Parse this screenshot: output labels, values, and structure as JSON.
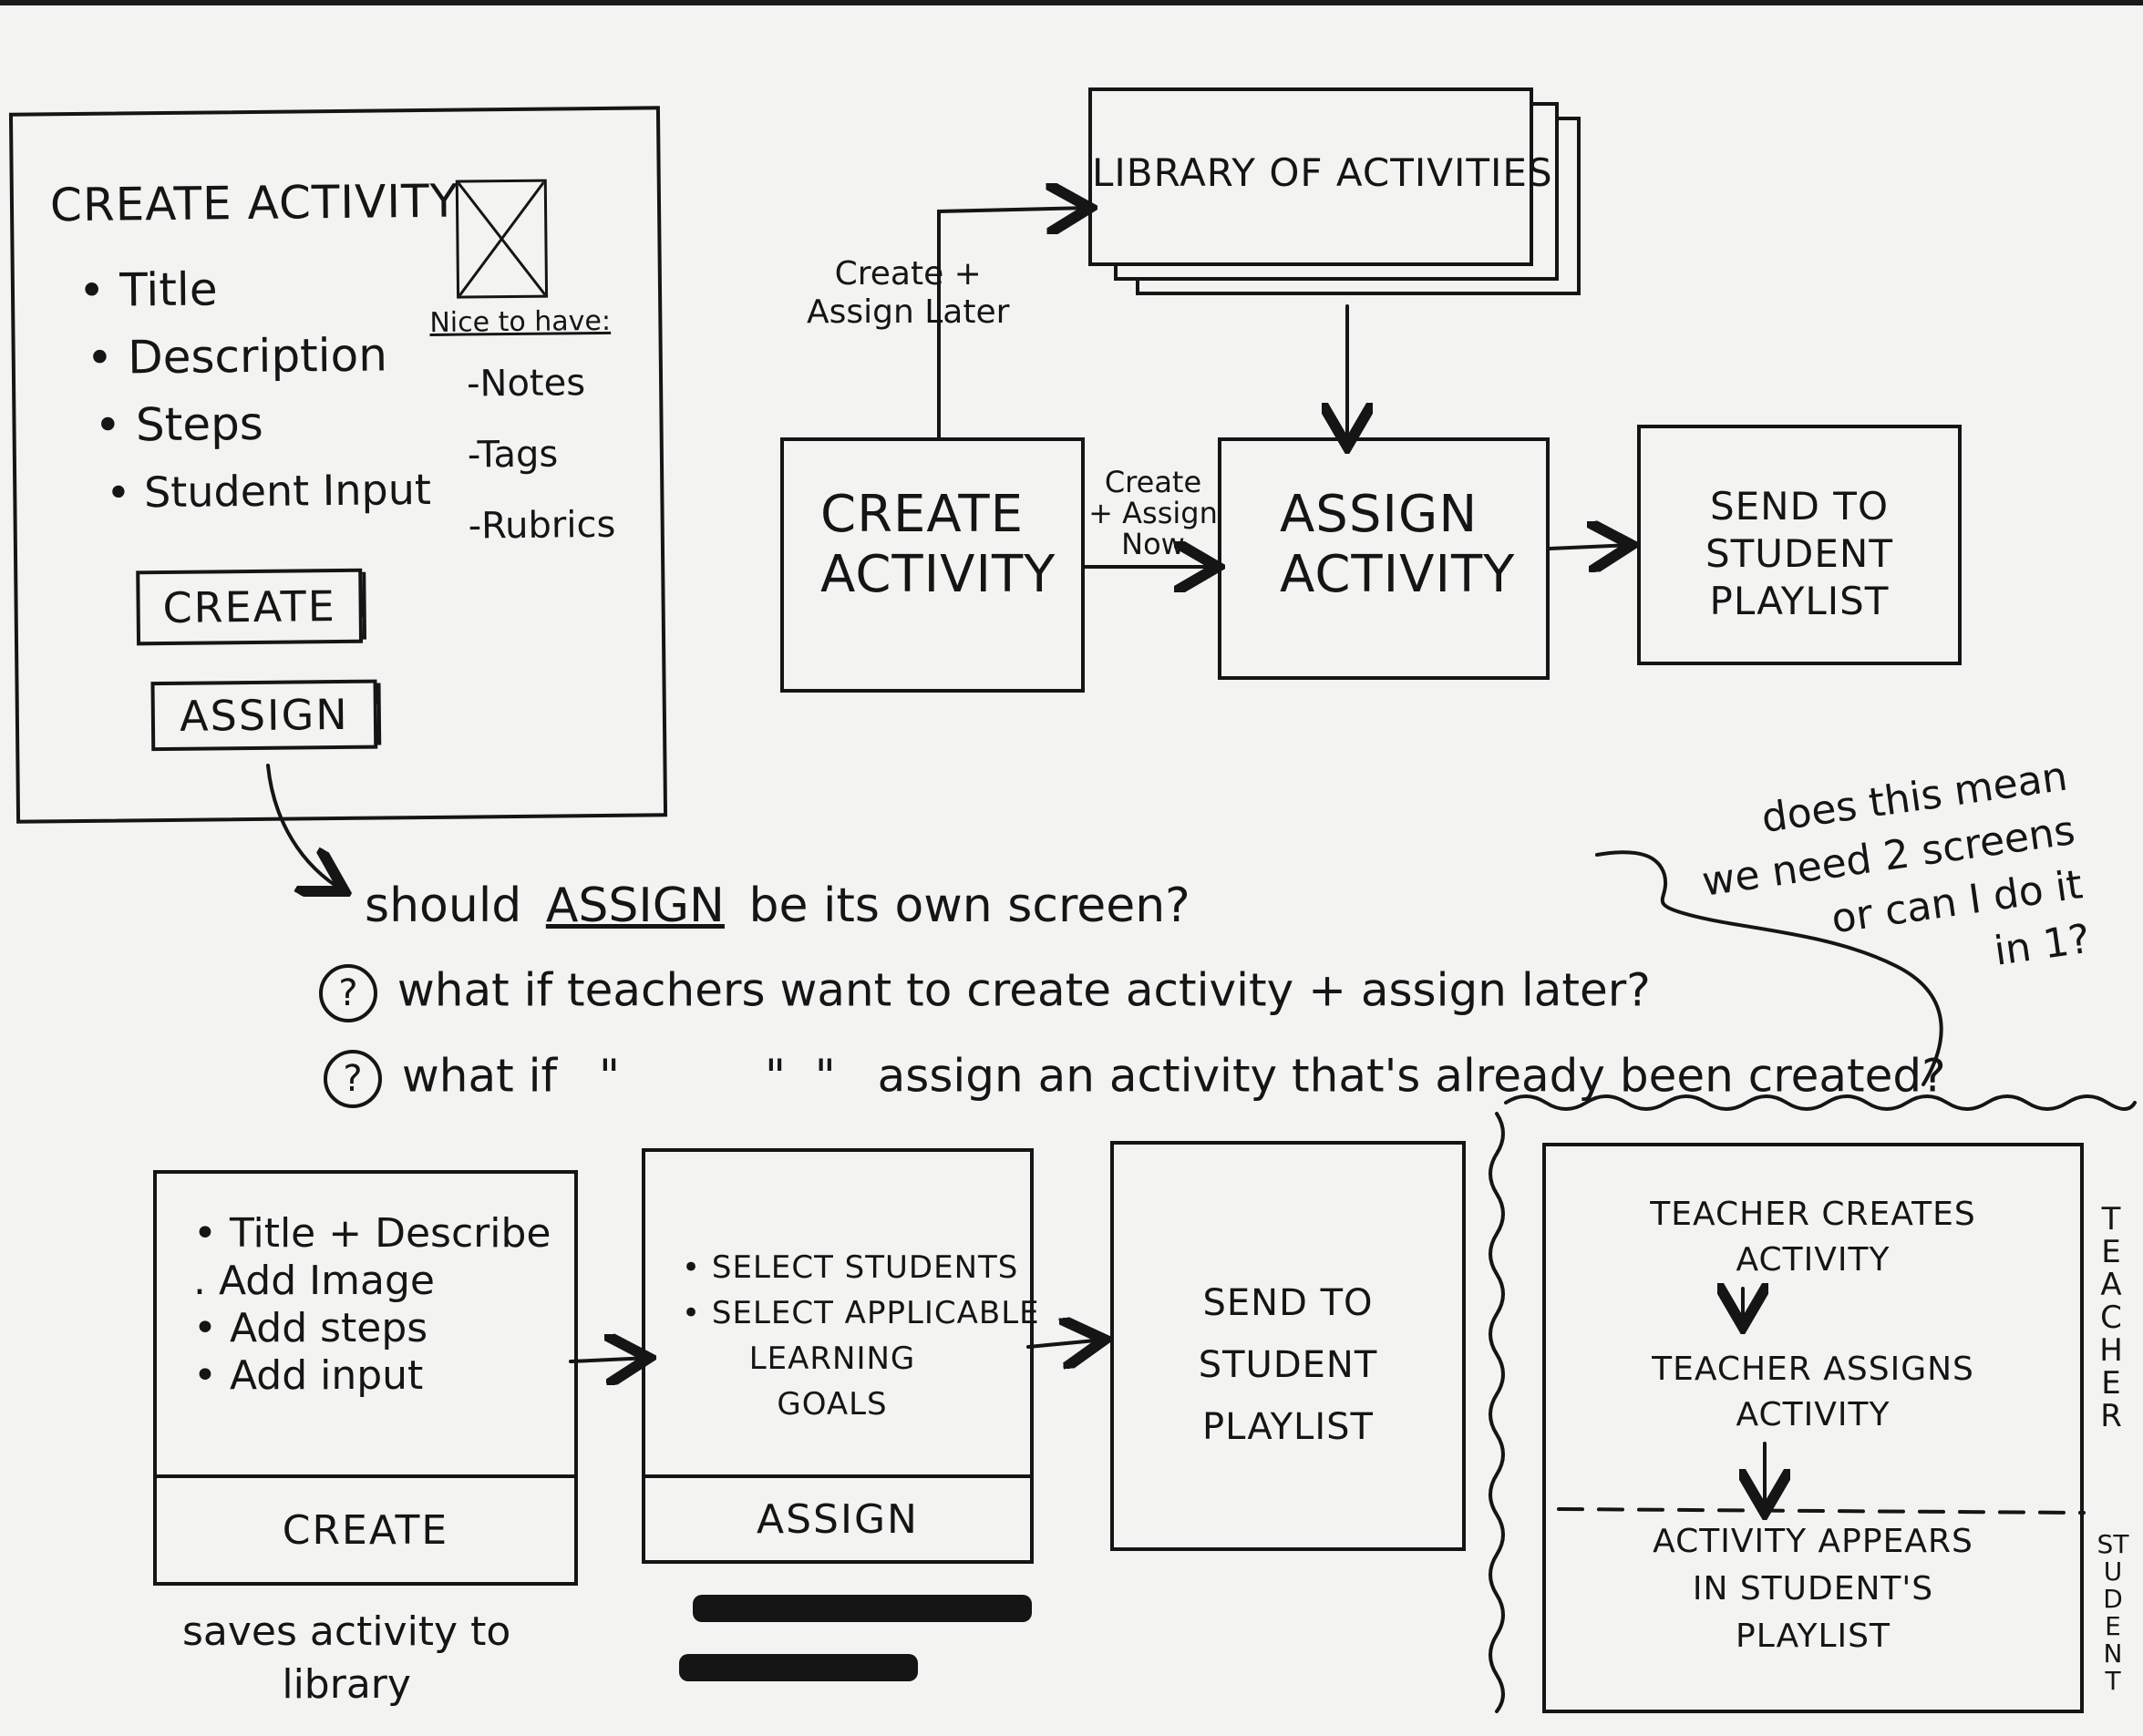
{
  "wireframe": {
    "title": "CREATE ACTIVITY",
    "fields": [
      "Title",
      "Description",
      "Steps",
      "Student Input"
    ],
    "nice_to_have_label": "Nice to have:",
    "nice_to_have": [
      "Notes",
      "Tags",
      "Rubrics"
    ],
    "create_button": "CREATE",
    "assign_button": "ASSIGN"
  },
  "top_flow": {
    "library": "LIBRARY OF ACTIVITIES",
    "create_assign_later": [
      "Create +",
      "Assign Later"
    ],
    "create": [
      "CREATE",
      "ACTIVITY"
    ],
    "create_assign_now": [
      "Create",
      "+ Assign",
      "Now"
    ],
    "assign": [
      "ASSIGN",
      "ACTIVITY"
    ],
    "send": [
      "SEND TO",
      "STUDENT",
      "PLAYLIST"
    ]
  },
  "questions": {
    "main_prefix": "should",
    "main_keyword": "ASSIGN",
    "main_suffix": "be its own screen?",
    "q1": "what if teachers want to create activity + assign later?",
    "q2_start": "what if",
    "q2_ditto": "\"          \"  \"",
    "q2_end": "assign an activity that's already been created?",
    "q_mark": "?"
  },
  "side_note": [
    "does this mean",
    "we need 2 screens",
    "or can I do it",
    "in 1?"
  ],
  "bottom_flow": {
    "create_items": [
      "Title + Describe",
      "Add Image",
      "Add steps",
      "Add input"
    ],
    "create_footer": "CREATE",
    "create_caption": [
      "saves activity to",
      "library"
    ],
    "assign_items": [
      "SELECT STUDENTS",
      "SELECT APPLICABLE",
      "LEARNING",
      "GOALS"
    ],
    "assign_footer": "ASSIGN",
    "send": [
      "SEND TO",
      "STUDENT",
      "PLAYLIST"
    ]
  },
  "swimlane": {
    "teacher_creates": [
      "TEACHER CREATES",
      "ACTIVITY"
    ],
    "teacher_assigns": [
      "TEACHER ASSIGNS",
      "ACTIVITY"
    ],
    "student_sees": [
      "ACTIVITY APPEARS",
      "IN STUDENT'S",
      "PLAYLIST"
    ],
    "teacher_label": "TEACHER",
    "student_label": "STUDENT"
  }
}
